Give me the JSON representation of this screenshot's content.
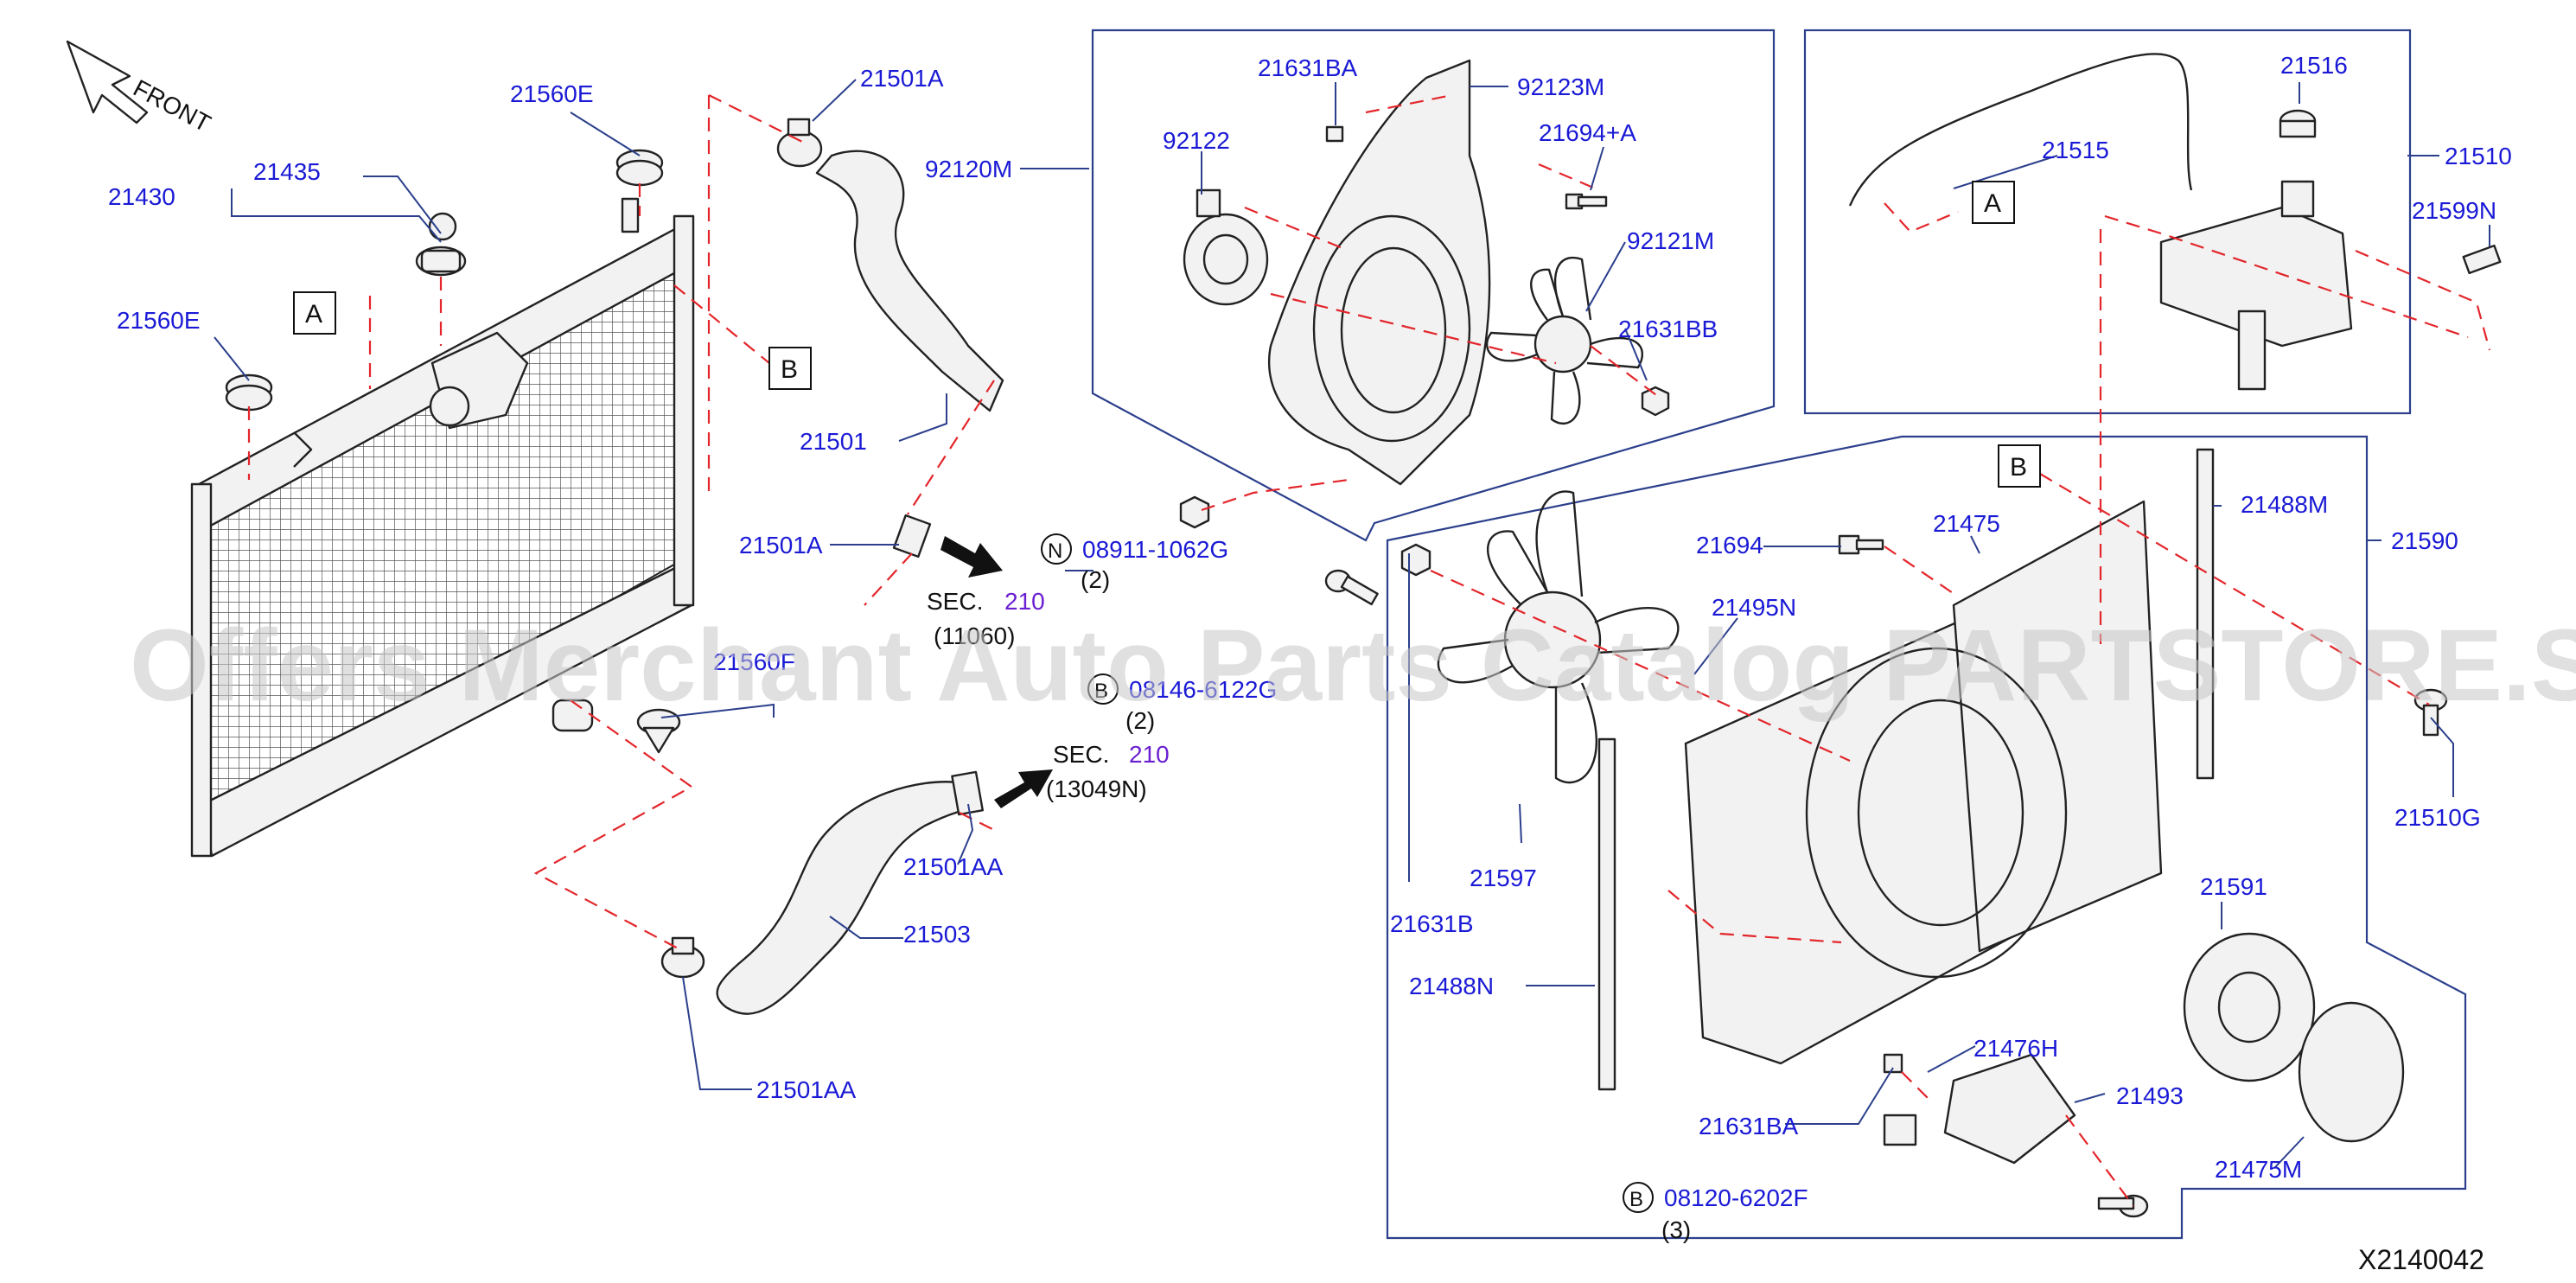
{
  "front_label": "FRONT",
  "diagram_code": "X2140042",
  "watermark": "Offers Merchant Auto Parts Catalog PARTSTORE.SA",
  "section_refs": [
    {
      "sec": "SEC.",
      "num": "210",
      "sub": "(11060)"
    },
    {
      "sec": "SEC.",
      "num": "210",
      "sub": "(13049N)"
    }
  ],
  "ref_boxes": [
    "A",
    "B",
    "A",
    "B"
  ],
  "fasteners": [
    {
      "badge": "N",
      "code": "08911-1062G",
      "qty": "(2)"
    },
    {
      "badge": "B",
      "code": "08146-6122G",
      "qty": "(2)"
    },
    {
      "badge": "B",
      "code": "08120-6202F",
      "qty": "(3)"
    }
  ],
  "part_labels": {
    "p21560E_top": "21560E",
    "p21435": "21435",
    "p21430": "21430",
    "p21560E_left": "21560E",
    "p21560F": "21560F",
    "p21501A_top": "21501A",
    "p92120M": "92120M",
    "p21501": "21501",
    "p21501A_mid": "21501A",
    "p21501AA_mid": "21501AA",
    "p21503": "21503",
    "p21501AA_bot": "21501AA",
    "p21631BA_top": "21631BA",
    "p92123M": "92123M",
    "p92122": "92122",
    "p21694A": "21694+A",
    "p92121M": "92121M",
    "p21631BB": "21631BB",
    "p21516": "21516",
    "p21515": "21515",
    "p21510": "21510",
    "p21599N": "21599N",
    "p21694": "21694",
    "p21475": "21475",
    "p21488M": "21488M",
    "p21590": "21590",
    "p21495N": "21495N",
    "p21510G": "21510G",
    "p21597": "21597",
    "p21631B": "21631B",
    "p21591": "21591",
    "p21488N": "21488N",
    "p21476H": "21476H",
    "p21493": "21493",
    "p21631BA_bot": "21631BA",
    "p21475M": "21475M"
  }
}
